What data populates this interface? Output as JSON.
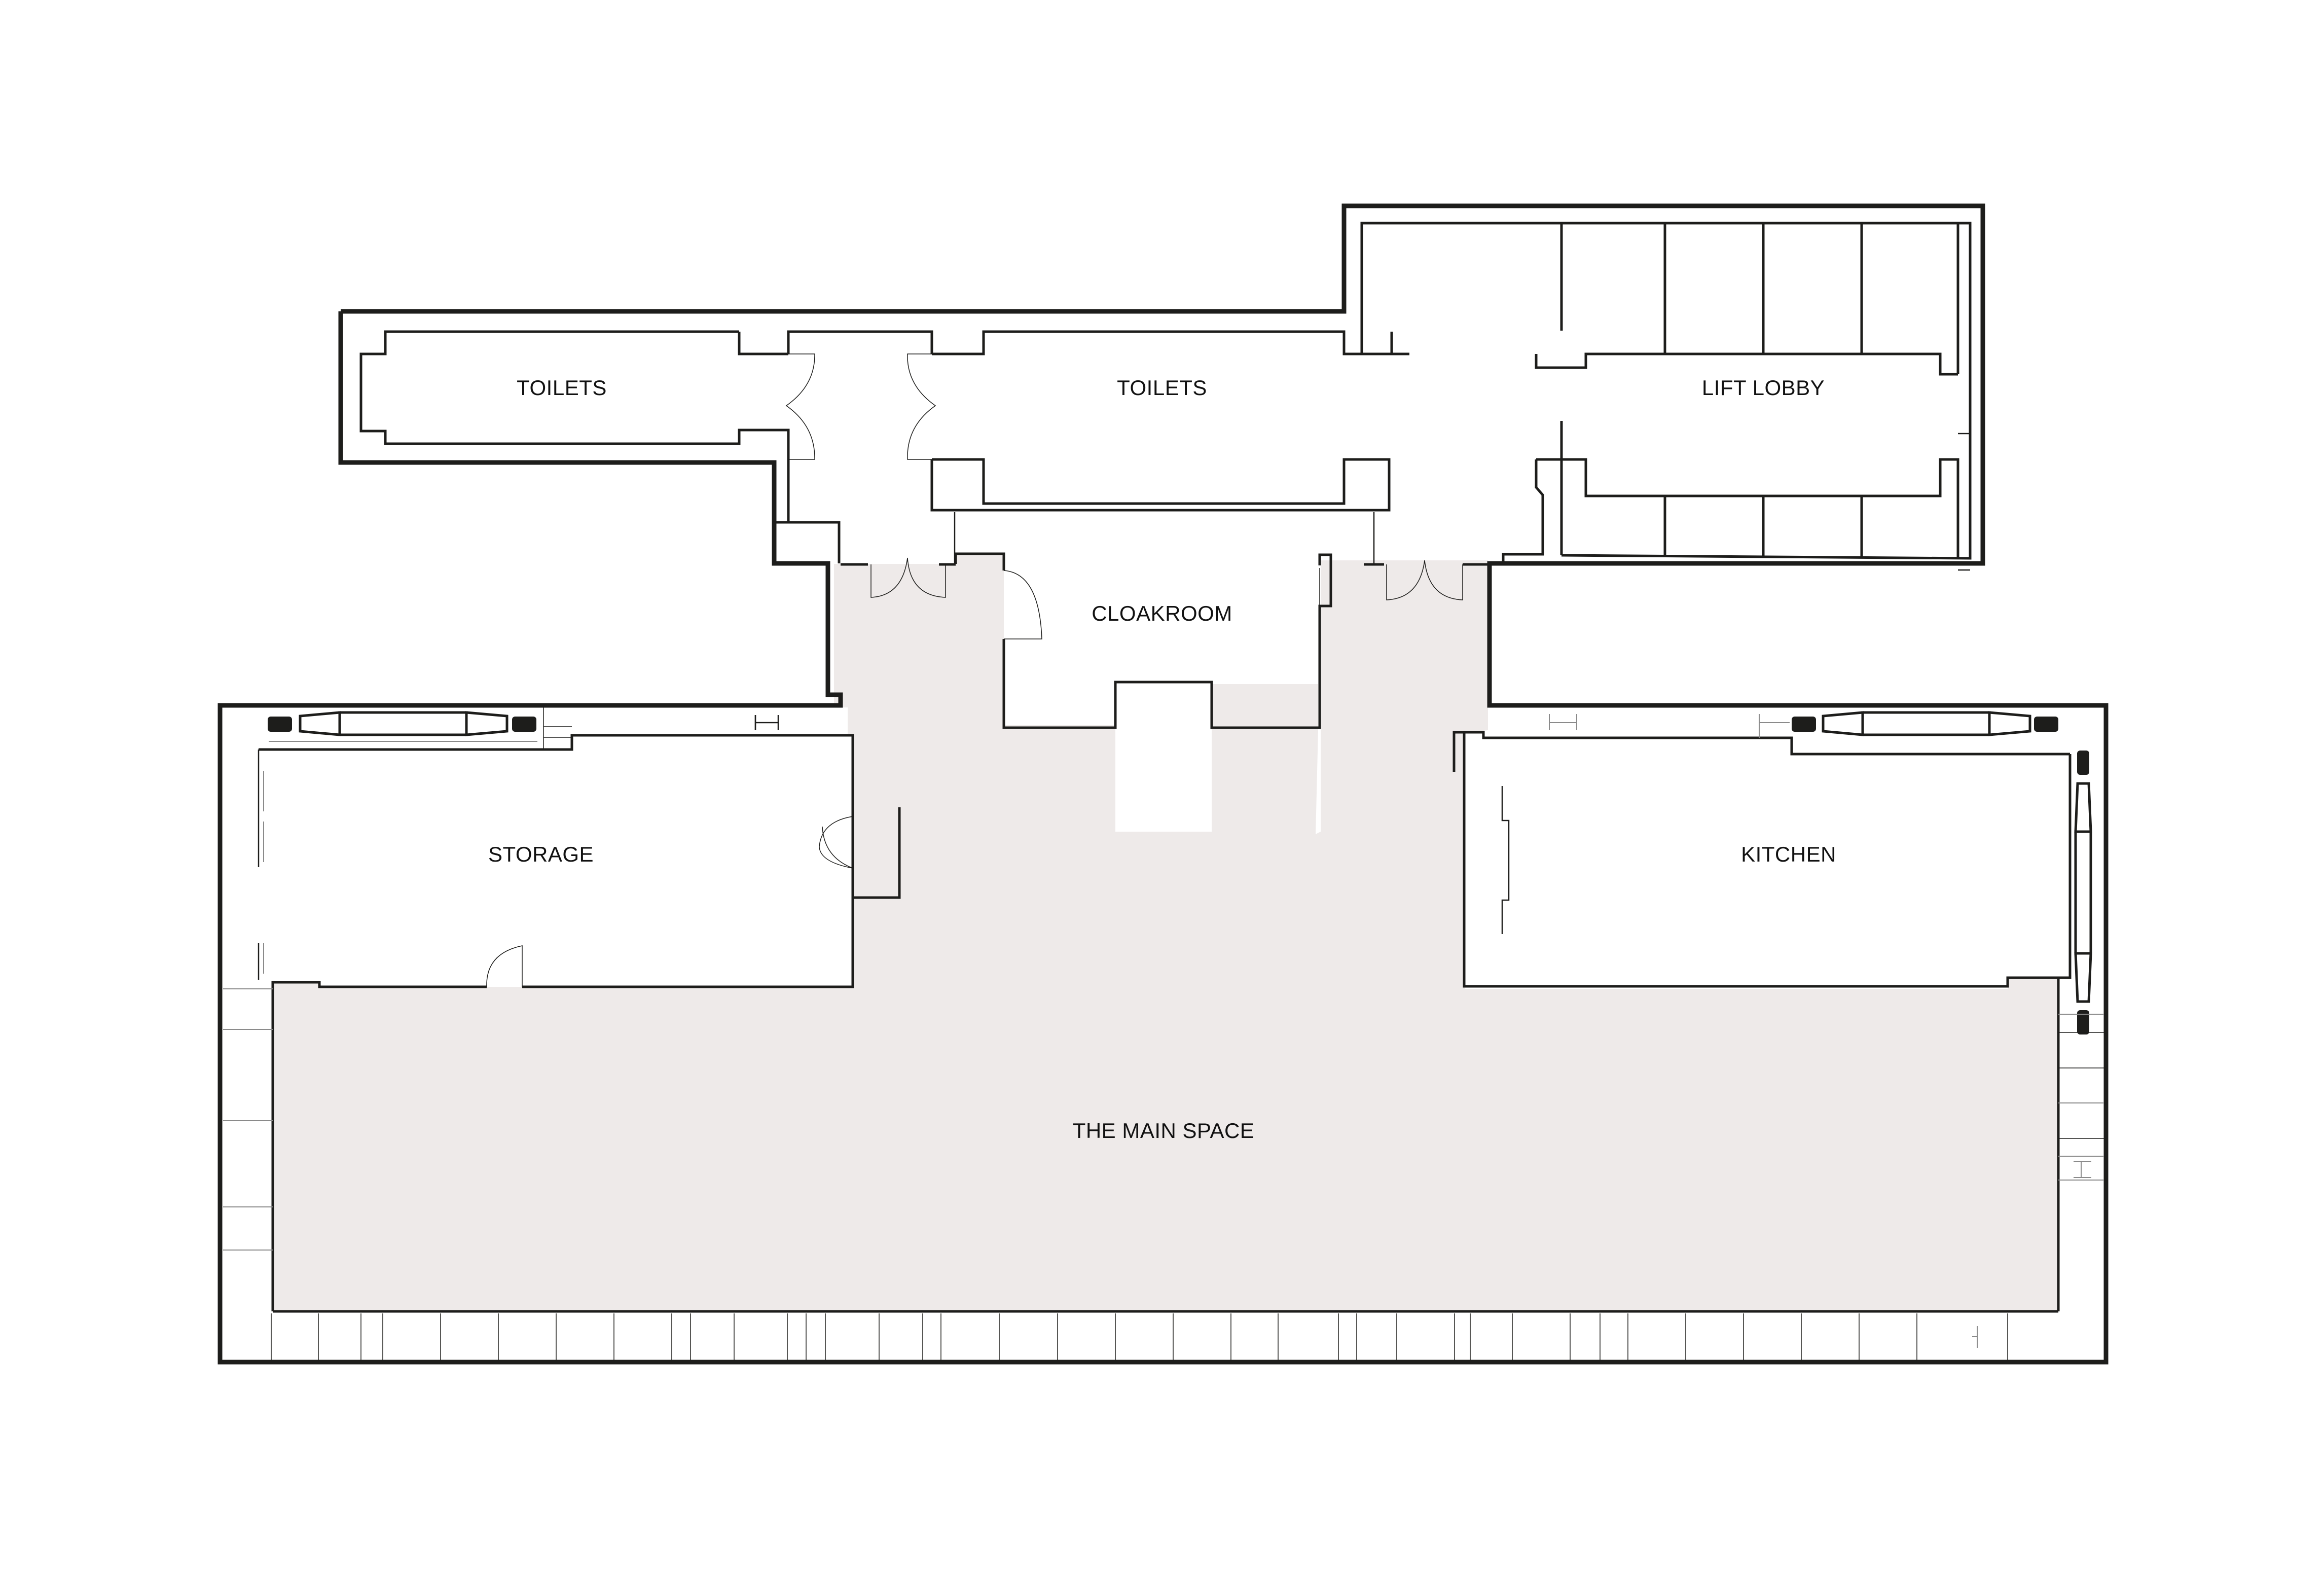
{
  "floor_plan": {
    "colors": {
      "wall": "#1d1d1b",
      "highlighted_floor": "#eeeae9",
      "background": "#ffffff",
      "secondary_line": "#8a8a8a"
    },
    "rooms": [
      {
        "id": "toilets-west",
        "label": "TOILETS"
      },
      {
        "id": "toilets-central",
        "label": "TOILETS"
      },
      {
        "id": "lift-lobby",
        "label": "LIFT LOBBY"
      },
      {
        "id": "cloakroom",
        "label": "CLOAKROOM"
      },
      {
        "id": "storage",
        "label": "STORAGE"
      },
      {
        "id": "kitchen",
        "label": "KITCHEN"
      },
      {
        "id": "main-space",
        "label": "THE MAIN SPACE",
        "highlighted": true
      }
    ],
    "lift_bays": {
      "upper": 5,
      "lower": 4
    },
    "icons": [
      "door-swing-icon",
      "double-door-icon",
      "radiator-icon",
      "column-marker-icon"
    ]
  }
}
